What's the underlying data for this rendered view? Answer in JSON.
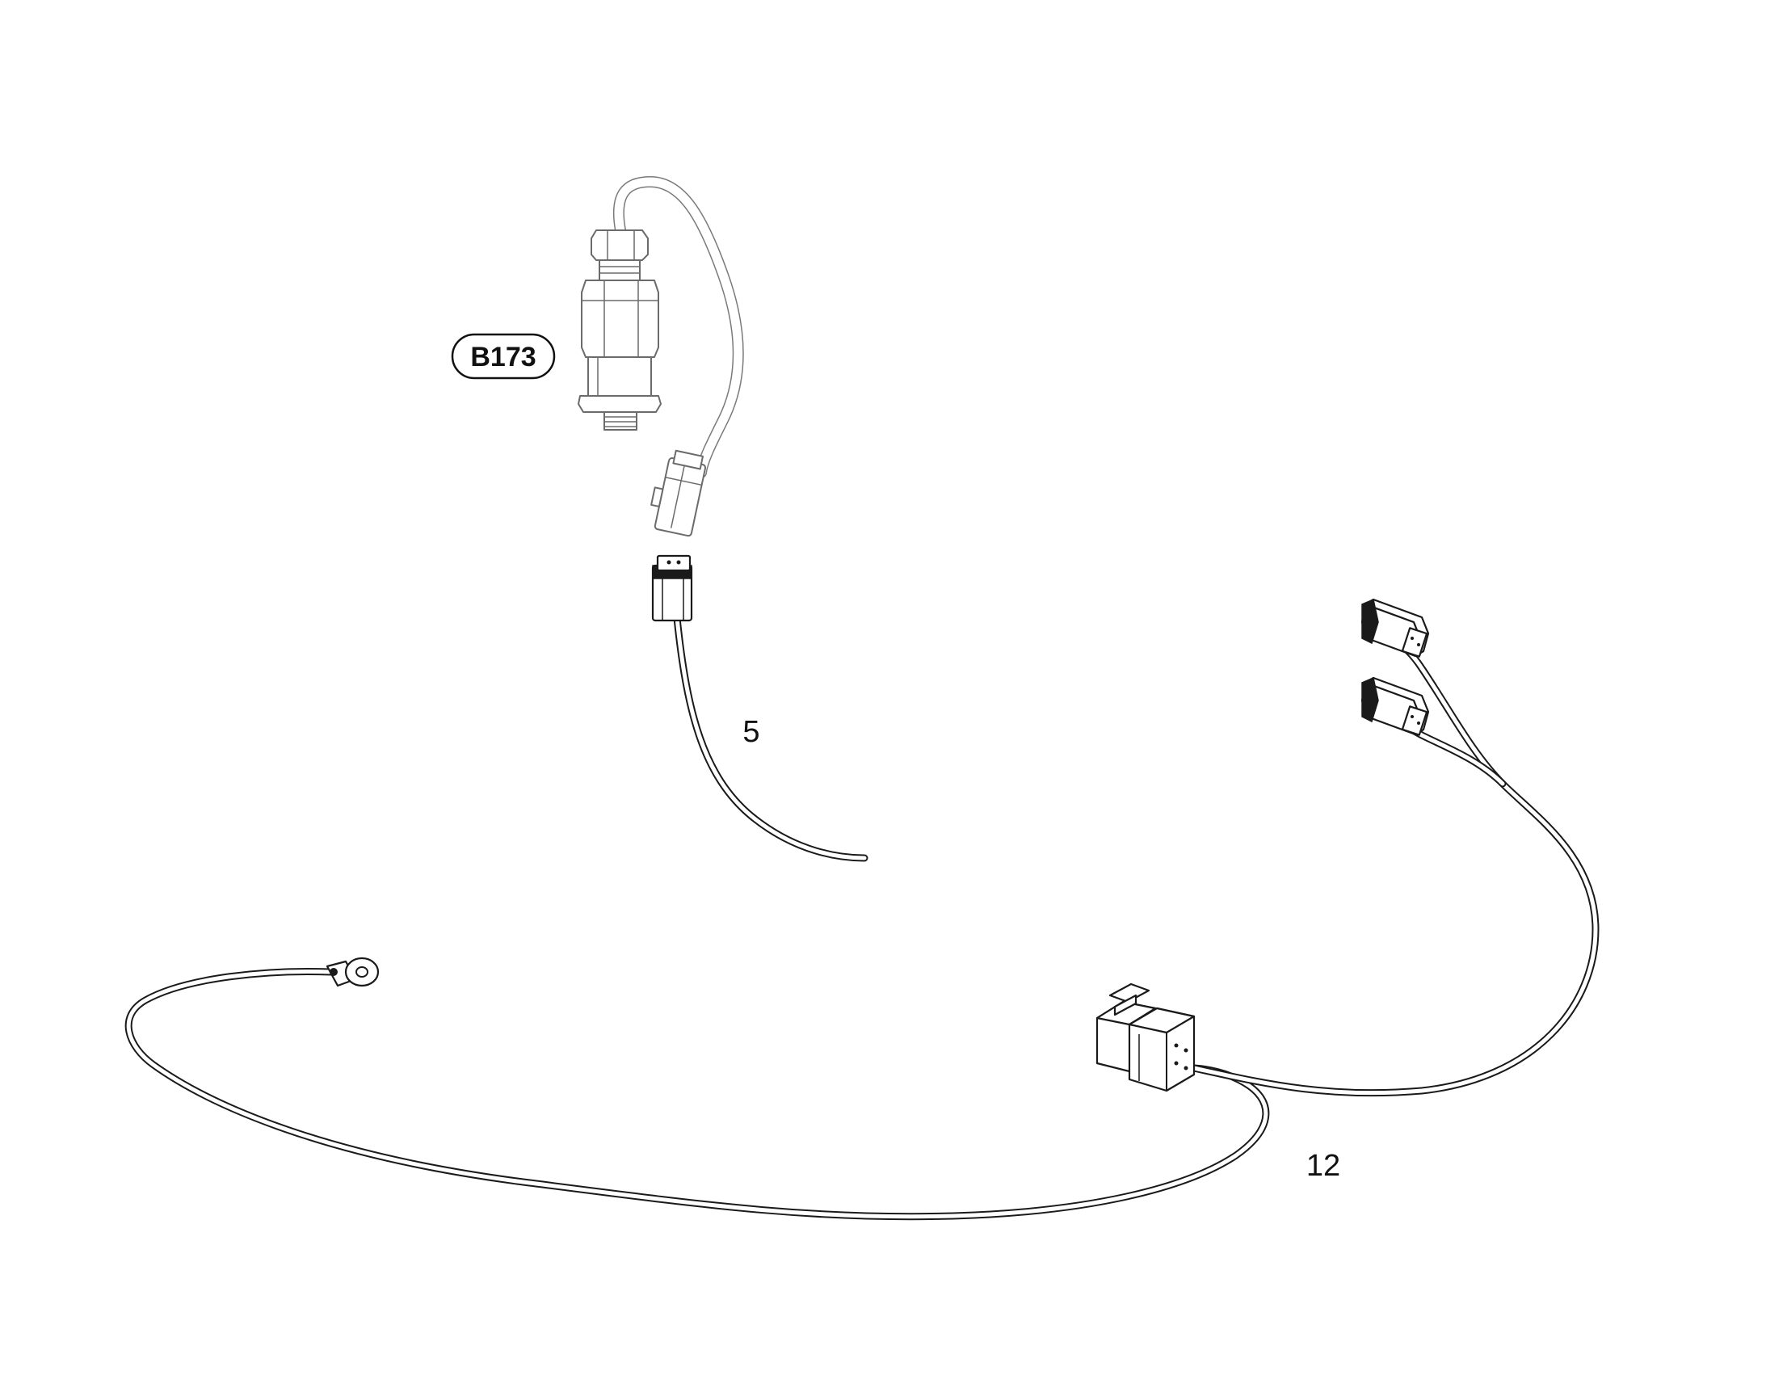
{
  "callouts": {
    "sensor_code": "B173"
  },
  "item_numbers": {
    "sensor_harness": "5",
    "y_harness": "12"
  }
}
